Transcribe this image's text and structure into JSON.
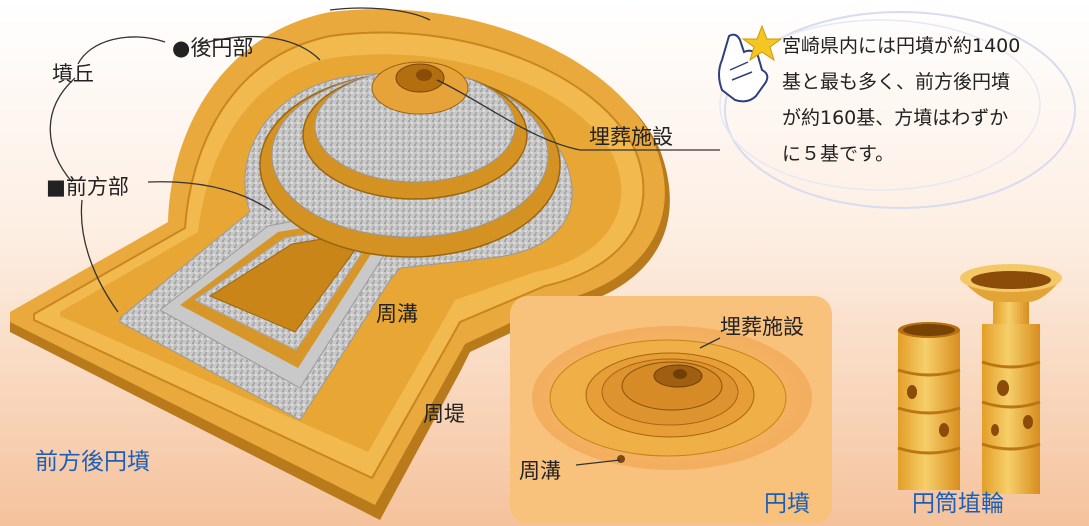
{
  "labels": {
    "funkyu": "墳丘",
    "koenbu": "●後円部",
    "zenpobu": "■前方部",
    "maisou_main": "埋葬施設",
    "shuko_main": "周溝",
    "shutei": "周堤",
    "zenpokoenfun": "前方後円墳",
    "maisou_sub": "埋葬施設",
    "shuko_sub": "周溝",
    "enpun": "円墳",
    "haniwa": "円筒埴輪"
  },
  "note": {
    "lines": [
      "宮崎県内には円墳が約1400",
      "基と最も多く、前方後円墳",
      "が約160基、方墳はわずか",
      "に５基です。"
    ]
  },
  "colors": {
    "background_top": "#ffffff",
    "background_bottom": "#f5c8a0",
    "mound_orange": "#e8a93a",
    "mound_dark": "#c4831a",
    "gravel": "#c9c9c9",
    "label_blue": "#1d5fb5"
  },
  "icons": [
    "pointing-hand-icon",
    "star-icon"
  ]
}
